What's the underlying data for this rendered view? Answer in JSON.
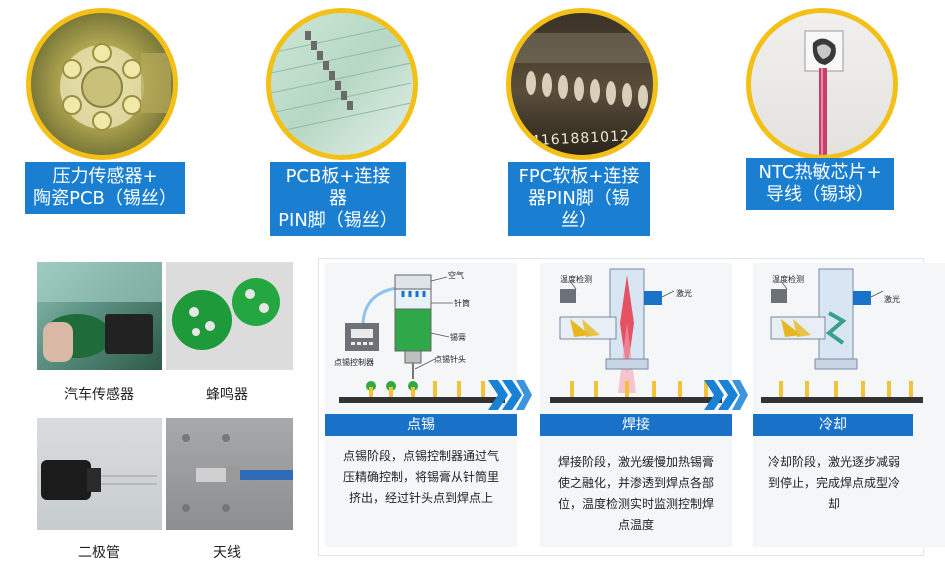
{
  "top_labels": [
    "压力传感器+\n陶瓷PCB（锡丝）",
    "PCB板+连接器\nPIN脚（锡丝）",
    "FPC软板+连接\n器PIN脚（锡丝）",
    "NTC热敏芯片+\n导线（锡球）"
  ],
  "photo_captions": [
    "汽车传感器",
    "蜂鸣器",
    "二极管",
    "天线"
  ],
  "board_numbers": "14161881012",
  "steps": [
    {
      "title": "点锡",
      "desc": "点锡阶段，点锡控制器通过气压精确控制，将锡膏从针筒里挤出，经过针头点到焊点上",
      "labels": {
        "air": "空气",
        "syringe": "针筒",
        "paste": "锡膏",
        "needle": "点锡针头",
        "controller": "点锡控制器"
      }
    },
    {
      "title": "焊接",
      "desc": "焊接阶段，激光缓慢加热锡膏使之融化，并渗透到焊点各部位，温度检测实时监测控制焊点温度",
      "labels": {
        "temp": "温度检测",
        "laser": "激光"
      }
    },
    {
      "title": "冷却",
      "desc": "冷却阶段，激光逐步减弱到停止，完成焊点成型冷却",
      "labels": {
        "temp": "温度检测",
        "laser": "激光"
      }
    }
  ],
  "colors": {
    "label_bg": "#1a7fd0",
    "band": "#1a72c8",
    "ring": "#f3c018",
    "arrow": "#1a82d6"
  }
}
